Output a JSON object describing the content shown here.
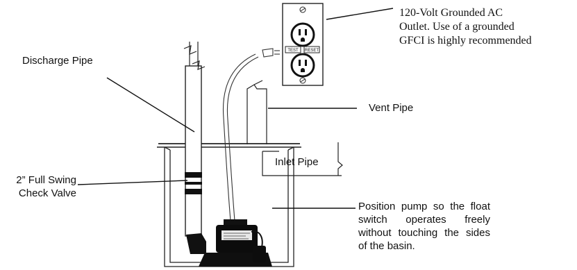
{
  "labels": {
    "outlet": {
      "line1": "120-Volt Grounded AC",
      "line2": "Outlet. Use of a grounded",
      "line3": "GFCI is highly recommended"
    },
    "discharge_pipe": "Discharge Pipe",
    "vent_pipe": "Vent Pipe",
    "inlet_pipe": "Inlet Pipe",
    "check_valve": {
      "line1": "2” Full Swing",
      "line2": "Check Valve"
    },
    "position_note": {
      "line1": "Position pump so the float",
      "line2": "switch operates freely",
      "line3": "without touching the sides",
      "line4": "of the basin."
    }
  },
  "outlet_buttons": {
    "test": "TEST",
    "reset": "RESET"
  }
}
